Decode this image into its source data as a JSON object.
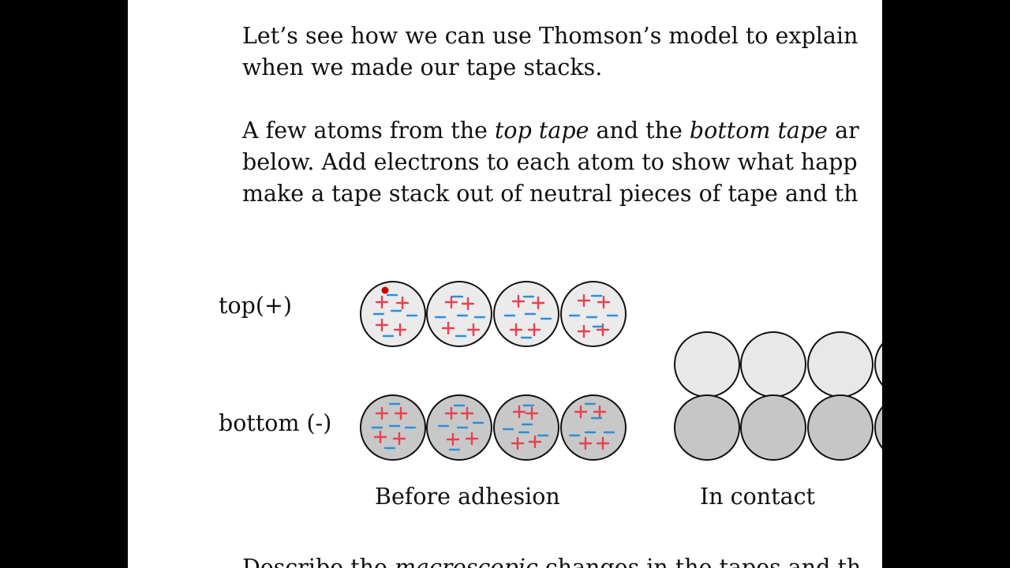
{
  "paragraph1": {
    "line1": "Let’s see how we can use Thomson’s model to explain",
    "line2": "when we made our tape stacks."
  },
  "paragraph2": {
    "line1_a": "A few atoms from the ",
    "line1_b": "top tape",
    "line1_c": " and the ",
    "line1_d": "bottom tape",
    "line1_e": " ar",
    "line2": "below.  Add electrons to each atom to show what happ",
    "line3": "make a tape stack out of neutral pieces of tape and th"
  },
  "labels": {
    "top": "top(+)",
    "bottom": "bottom (-)"
  },
  "captions": {
    "before": "Before adhesion",
    "contact": "In contact"
  },
  "paragraph3": {
    "line1_a": "Describe the ",
    "line1_b": "macroscopic",
    "line1_c": " changes in the tapes and th"
  },
  "colors": {
    "top_atom_fill": "#ebebeb",
    "bottom_atom_fill": "#c8c8c8",
    "contact_top_fill": "#e8e8e8",
    "contact_bottom_fill": "#c6c6c6",
    "plus_color": "#e8414f",
    "electron_color": "#2f8fd8",
    "pointer_dot": "#cc0000"
  }
}
